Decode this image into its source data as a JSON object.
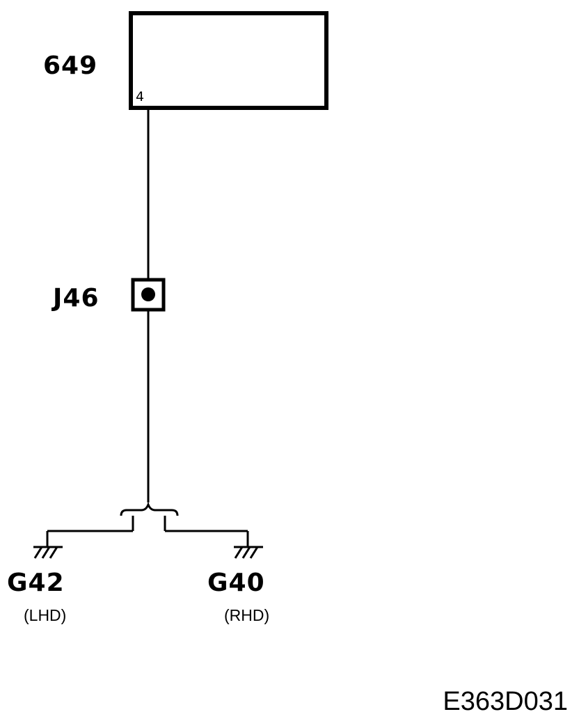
{
  "component": {
    "id": "649",
    "pin": "4"
  },
  "junction": {
    "id": "J46"
  },
  "grounds": [
    {
      "id": "G42",
      "note": "(LHD)"
    },
    {
      "id": "G40",
      "note": "(RHD)"
    }
  ],
  "figure_ref": "E363D031",
  "colors": {
    "line": "#000000",
    "background": "#ffffff"
  }
}
